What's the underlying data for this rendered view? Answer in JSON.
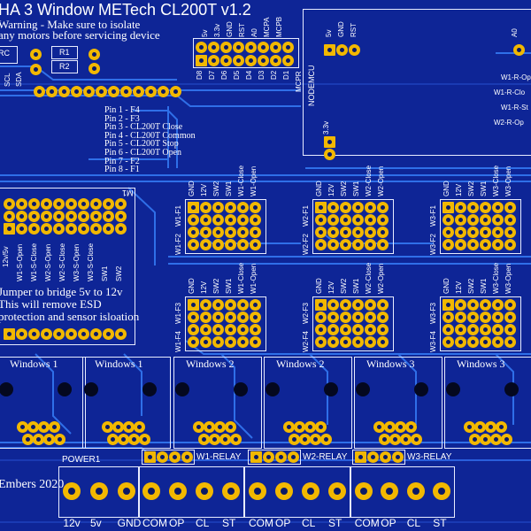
{
  "title": "HA 3 Window METech CL200T v1.2",
  "warning": [
    "Warning - Make sure to isolate",
    "any motors before servicing device"
  ],
  "pin_legend": [
    "Pin 1 - F4",
    "Pin 2 - F3",
    "Pin 3 - CL200T Close",
    "Pin 4 - CL200T Common",
    "Pin 5 - CL200T Stop",
    "Pin 6 - CL200T Open",
    "Pin 7 - F2",
    "Pin 8 - F1"
  ],
  "jumper_note": [
    "Jumper to bridge 5v to 12v",
    "This will remove ESD",
    "protection and sensor isloation"
  ],
  "nodemcu_label": "NODEMCU",
  "nodemcu_top_pins": [
    "5v",
    "GND",
    "RST",
    "A0"
  ],
  "nodemcu_left_pin": "3.3v",
  "nodemcu_right_labels": [
    "W1-R-Op",
    "W1-R-Clo",
    "W1-R-St",
    "W2-R-Op"
  ],
  "mcp_pins_top": [
    "5v",
    "3.3v",
    "GND",
    "RST",
    "A0",
    "MCPA",
    "MCPB"
  ],
  "mcp_pins_bottom": [
    "D8",
    "D7",
    "D6",
    "D5",
    "D4",
    "D3",
    "D2",
    "D1",
    "MCPR"
  ],
  "i2c_labels": [
    "SCL",
    "SDA"
  ],
  "rc_label": "RC",
  "resistors": [
    "R1",
    "R2"
  ],
  "m1_label": "M1",
  "m1_pins": [
    "12v/5v",
    "W1-S-Open",
    "W1-S-Close",
    "W2-S-Open",
    "W2-S-Close",
    "W3-S-Open",
    "W3-S-Close",
    "SW1",
    "SW2"
  ],
  "header_pins": [
    "GND",
    "12V",
    "SW2",
    "SW1",
    "W1-Close",
    "W1-Open"
  ],
  "header_blocks": [
    {
      "side": "W1-F2",
      "side2": "W1-F1",
      "pins": [
        "GND",
        "12V",
        "SW2",
        "SW1",
        "W1-Close",
        "W1-Open"
      ]
    },
    {
      "side": "W2-F2",
      "side2": "W2-F1",
      "pins": [
        "GND",
        "12V",
        "SW2",
        "SW1",
        "W2-Close",
        "W2-Open"
      ]
    },
    {
      "side": "W3-F2",
      "side2": "W3-F1",
      "pins": [
        "GND",
        "12V",
        "SW2",
        "SW1",
        "W3-Close",
        "W3-Open"
      ]
    },
    {
      "side": "W1-F4",
      "side2": "W1-F3",
      "pins": [
        "GND",
        "12V",
        "SW2",
        "SW1",
        "W1-Close",
        "W1-Open"
      ]
    },
    {
      "side": "W2-F4",
      "side2": "W2-F3",
      "pins": [
        "GND",
        "12V",
        "SW2",
        "SW1",
        "W2-Close",
        "W2-Open"
      ]
    },
    {
      "side": "W3-F4",
      "side2": "W3-F3",
      "pins": [
        "GND",
        "12V",
        "SW2",
        "SW1",
        "W3-Close",
        "W3-Open"
      ]
    }
  ],
  "windows": [
    "Windows 1",
    "Windows 1",
    "Windows 2",
    "Windows 2",
    "Windows 3",
    "Windows 3"
  ],
  "relays": [
    "W1-RELAY",
    "W2-RELAY",
    "W3-RELAY"
  ],
  "power_label": "POWER1",
  "credit": "Embers 2020",
  "power_pins": [
    "12v",
    "5v",
    "GND"
  ],
  "relay_pins": [
    "COM",
    "OP",
    "CL",
    "ST"
  ]
}
